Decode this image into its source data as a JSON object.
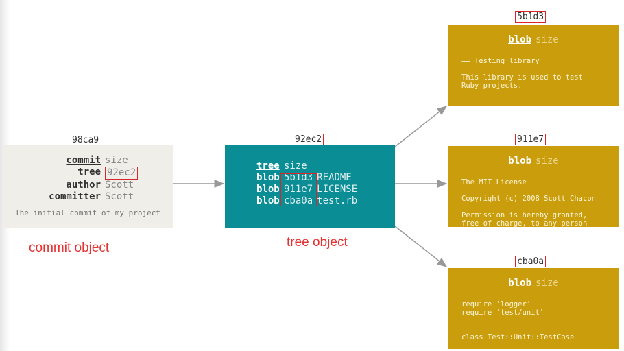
{
  "commit": {
    "hash": "98ca9",
    "rows": [
      {
        "key": "commit",
        "value": "size"
      },
      {
        "key": "tree",
        "value": "92ec2"
      },
      {
        "key": "author",
        "value": "Scott"
      },
      {
        "key": "committer",
        "value": "Scott"
      }
    ],
    "message": "The initial commit of my project",
    "caption": "commit object"
  },
  "tree": {
    "hash": "92ec2",
    "rows": [
      {
        "key": "tree",
        "value": "size",
        "name": ""
      },
      {
        "key": "blob",
        "value": "5b1d3",
        "name": "README"
      },
      {
        "key": "blob",
        "value": "911e7",
        "name": "LICENSE"
      },
      {
        "key": "blob",
        "value": "cba0a",
        "name": "test.rb"
      }
    ],
    "caption": "tree object"
  },
  "blobs": [
    {
      "hash": "5b1d3",
      "key": "blob",
      "size": "size",
      "lines": [
        "== Testing library",
        "This library is used to test",
        "Ruby projects."
      ]
    },
    {
      "hash": "911e7",
      "key": "blob",
      "size": "size",
      "lines": [
        "The MIT License",
        "Copyright (c) 2008 Scott Chacon",
        "Permission is hereby granted,",
        "free of charge, to any person"
      ]
    },
    {
      "hash": "cba0a",
      "key": "blob",
      "size": "size",
      "lines": [
        "require 'logger'",
        "require 'test/unit'",
        "class Test::Unit::TestCase"
      ]
    }
  ],
  "colors": {
    "commit_bg": "#efeee8",
    "tree_bg": "#0a8d95",
    "blob_bg": "#c99d0c",
    "highlight": "#d9262a",
    "caption": "#e53232",
    "arrow": "#999999"
  }
}
